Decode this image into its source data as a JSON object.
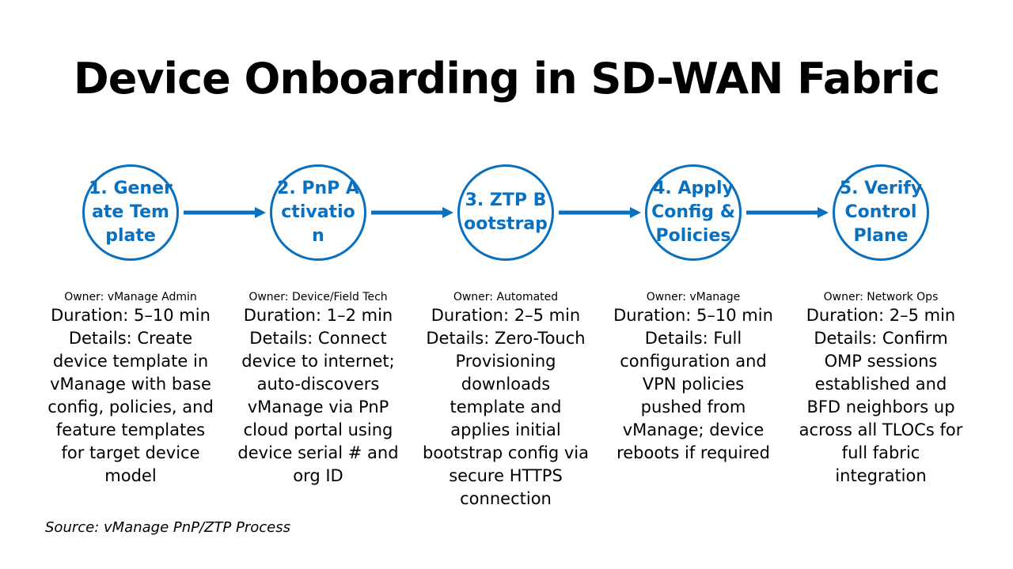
{
  "title": "Device Onboarding in SD-WAN Fabric",
  "accent_color": "#0870c1",
  "steps": [
    {
      "label": "1. Generate Template",
      "owner": "Owner: vManage Admin",
      "duration": "Duration: 5–10 min",
      "details": "Details: Create device template in vManage with base config, policies, and feature templates for target device model"
    },
    {
      "label": "2. PnP Activation",
      "owner": "Owner: Device/Field Tech",
      "duration": "Duration: 1–2 min",
      "details": "Details: Connect device to internet; auto-discovers vManage via PnP cloud portal using device serial # and org ID"
    },
    {
      "label": "3. ZTP Bootstrap",
      "owner": "Owner: Automated",
      "duration": "Duration: 2–5 min",
      "details": "Details: Zero-Touch Provisioning downloads template and applies initial bootstrap config via secure HTTPS connection"
    },
    {
      "label": "4. Apply Config & Policies",
      "owner": "Owner: vManage",
      "duration": "Duration: 5–10 min",
      "details": "Details: Full configuration and VPN policies pushed from vManage; device reboots if required"
    },
    {
      "label": "5. Verify Control Plane",
      "owner": "Owner: Network Ops",
      "duration": "Duration: 2–5 min",
      "details": "Details: Confirm OMP sessions established and BFD neighbors up across all TLOCs for full fabric integration"
    }
  ],
  "source": "Source: vManage PnP/ZTP Process"
}
